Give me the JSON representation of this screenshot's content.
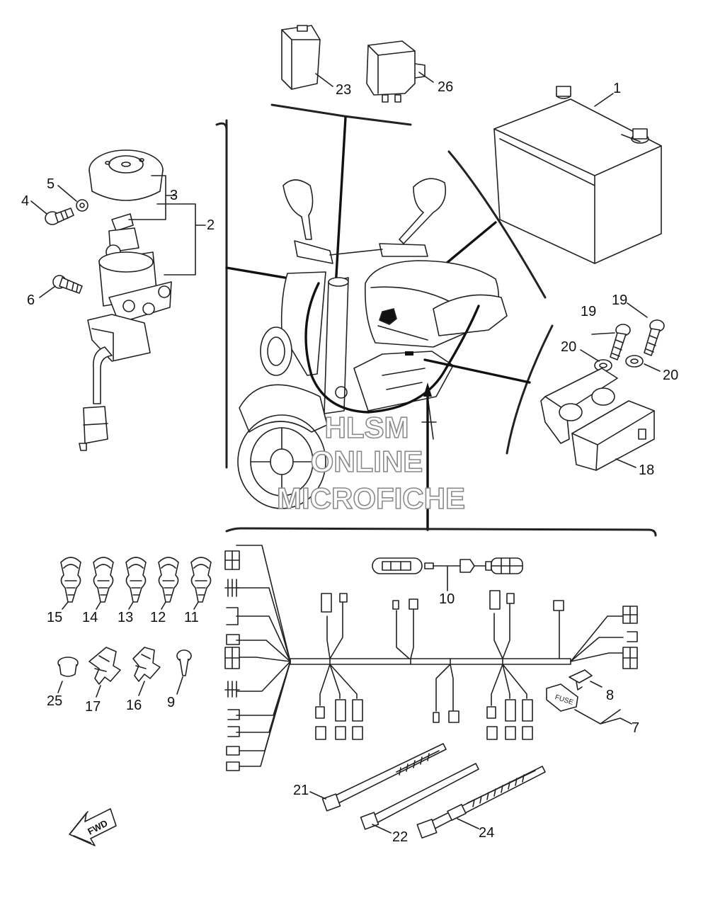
{
  "callouts": {
    "c1": "1",
    "c2": "2",
    "c3": "3",
    "c4": "4",
    "c5": "5",
    "c6": "6",
    "c7": "7",
    "c8": "8",
    "c9": "9",
    "c10": "10",
    "c11": "11",
    "c12": "12",
    "c13": "13",
    "c14": "14",
    "c15": "15",
    "c16": "16",
    "c17": "17",
    "c18": "18",
    "c19a": "19",
    "c19b": "19",
    "c20a": "20",
    "c20b": "20",
    "c21": "21",
    "c22": "22",
    "c23": "23",
    "c24": "24",
    "c25": "25",
    "c26": "26"
  },
  "watermark": {
    "line1": "HLSM",
    "line2": "ONLINE",
    "line3": "MICROFICHE"
  },
  "fuse_label": "FUSE",
  "fwd_label": "FWD"
}
